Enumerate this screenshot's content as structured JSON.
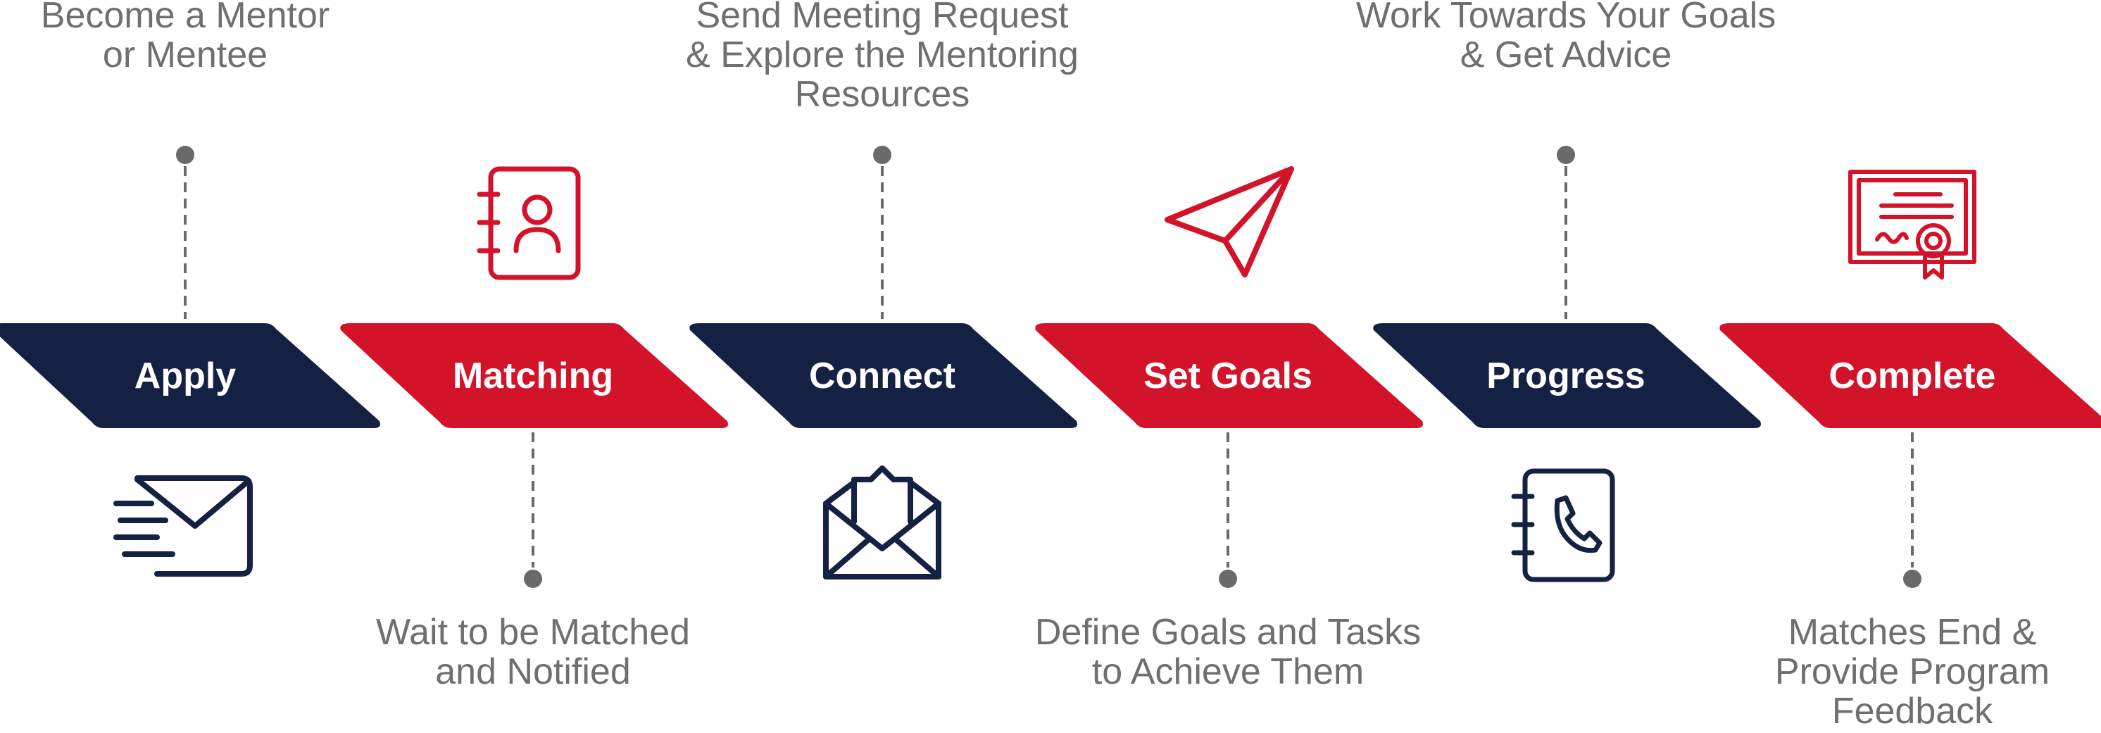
{
  "colors": {
    "navy": "#142142",
    "red": "#d2132a",
    "caption_gray": "#6f6f6f",
    "connector_gray": "#6a6a6a",
    "label_white": "#ffffff"
  },
  "steps": [
    {
      "label": "Apply",
      "color": "navy",
      "caption_side": "top",
      "caption": [
        "Become a Mentor",
        "or Mentee"
      ],
      "icon": "envelope-speed-icon",
      "icon_side": "bottom"
    },
    {
      "label": "Matching",
      "color": "red",
      "caption_side": "bottom",
      "caption": [
        "Wait to be Matched",
        "and Notified"
      ],
      "icon": "contact-book-icon",
      "icon_side": "top"
    },
    {
      "label": "Connect",
      "color": "navy",
      "caption_side": "top",
      "caption": [
        "Send Meeting Request",
        "& Explore the Mentoring",
        "Resources"
      ],
      "icon": "open-envelope-icon",
      "icon_side": "bottom"
    },
    {
      "label": "Set Goals",
      "color": "red",
      "caption_side": "bottom",
      "caption": [
        "Define Goals and Tasks",
        "to Achieve Them"
      ],
      "icon": "paper-plane-icon",
      "icon_side": "top"
    },
    {
      "label": "Progress",
      "color": "navy",
      "caption_side": "top",
      "caption": [
        "Work Towards Your Goals",
        "& Get Advice"
      ],
      "icon": "phone-book-icon",
      "icon_side": "bottom"
    },
    {
      "label": "Complete",
      "color": "red",
      "caption_side": "bottom",
      "caption": [
        "Matches End &",
        "Provide Program",
        "Feedback"
      ],
      "icon": "certificate-icon",
      "icon_side": "top"
    }
  ]
}
